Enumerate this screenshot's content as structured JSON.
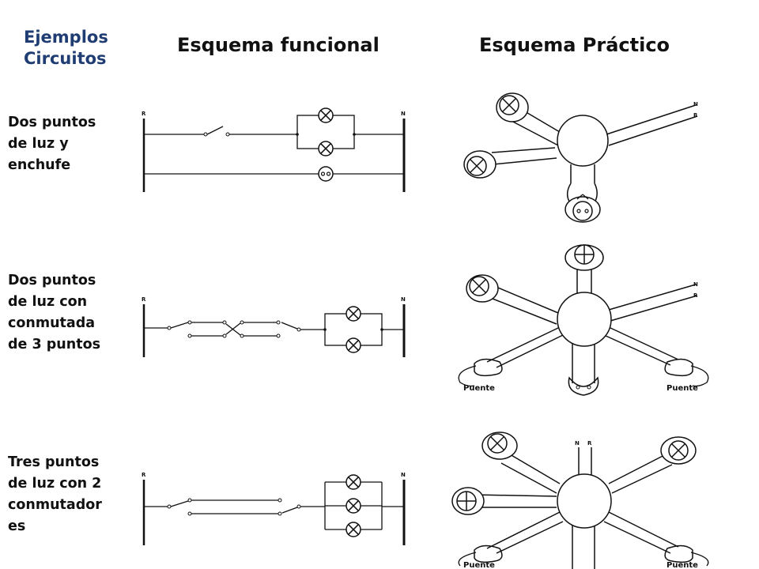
{
  "header": {
    "title_line1": "Ejemplos",
    "title_line2": "Circuitos",
    "col_functional": "Esquema funcional",
    "col_practical": "Esquema Práctico"
  },
  "rows": [
    {
      "lines": [
        "Dos puntos",
        "de luz y",
        "enchufe"
      ]
    },
    {
      "lines": [
        "Dos puntos",
        "de luz con",
        "conmutada",
        "de 3 puntos"
      ]
    },
    {
      "lines": [
        "Tres puntos",
        "de luz con 2",
        "conmutador",
        "es"
      ]
    }
  ],
  "diagram_labels": {
    "phase": "R",
    "neutral": "N",
    "bridge": "Puente"
  },
  "colors": {
    "title": "#1f3d73",
    "ink": "#111111"
  }
}
